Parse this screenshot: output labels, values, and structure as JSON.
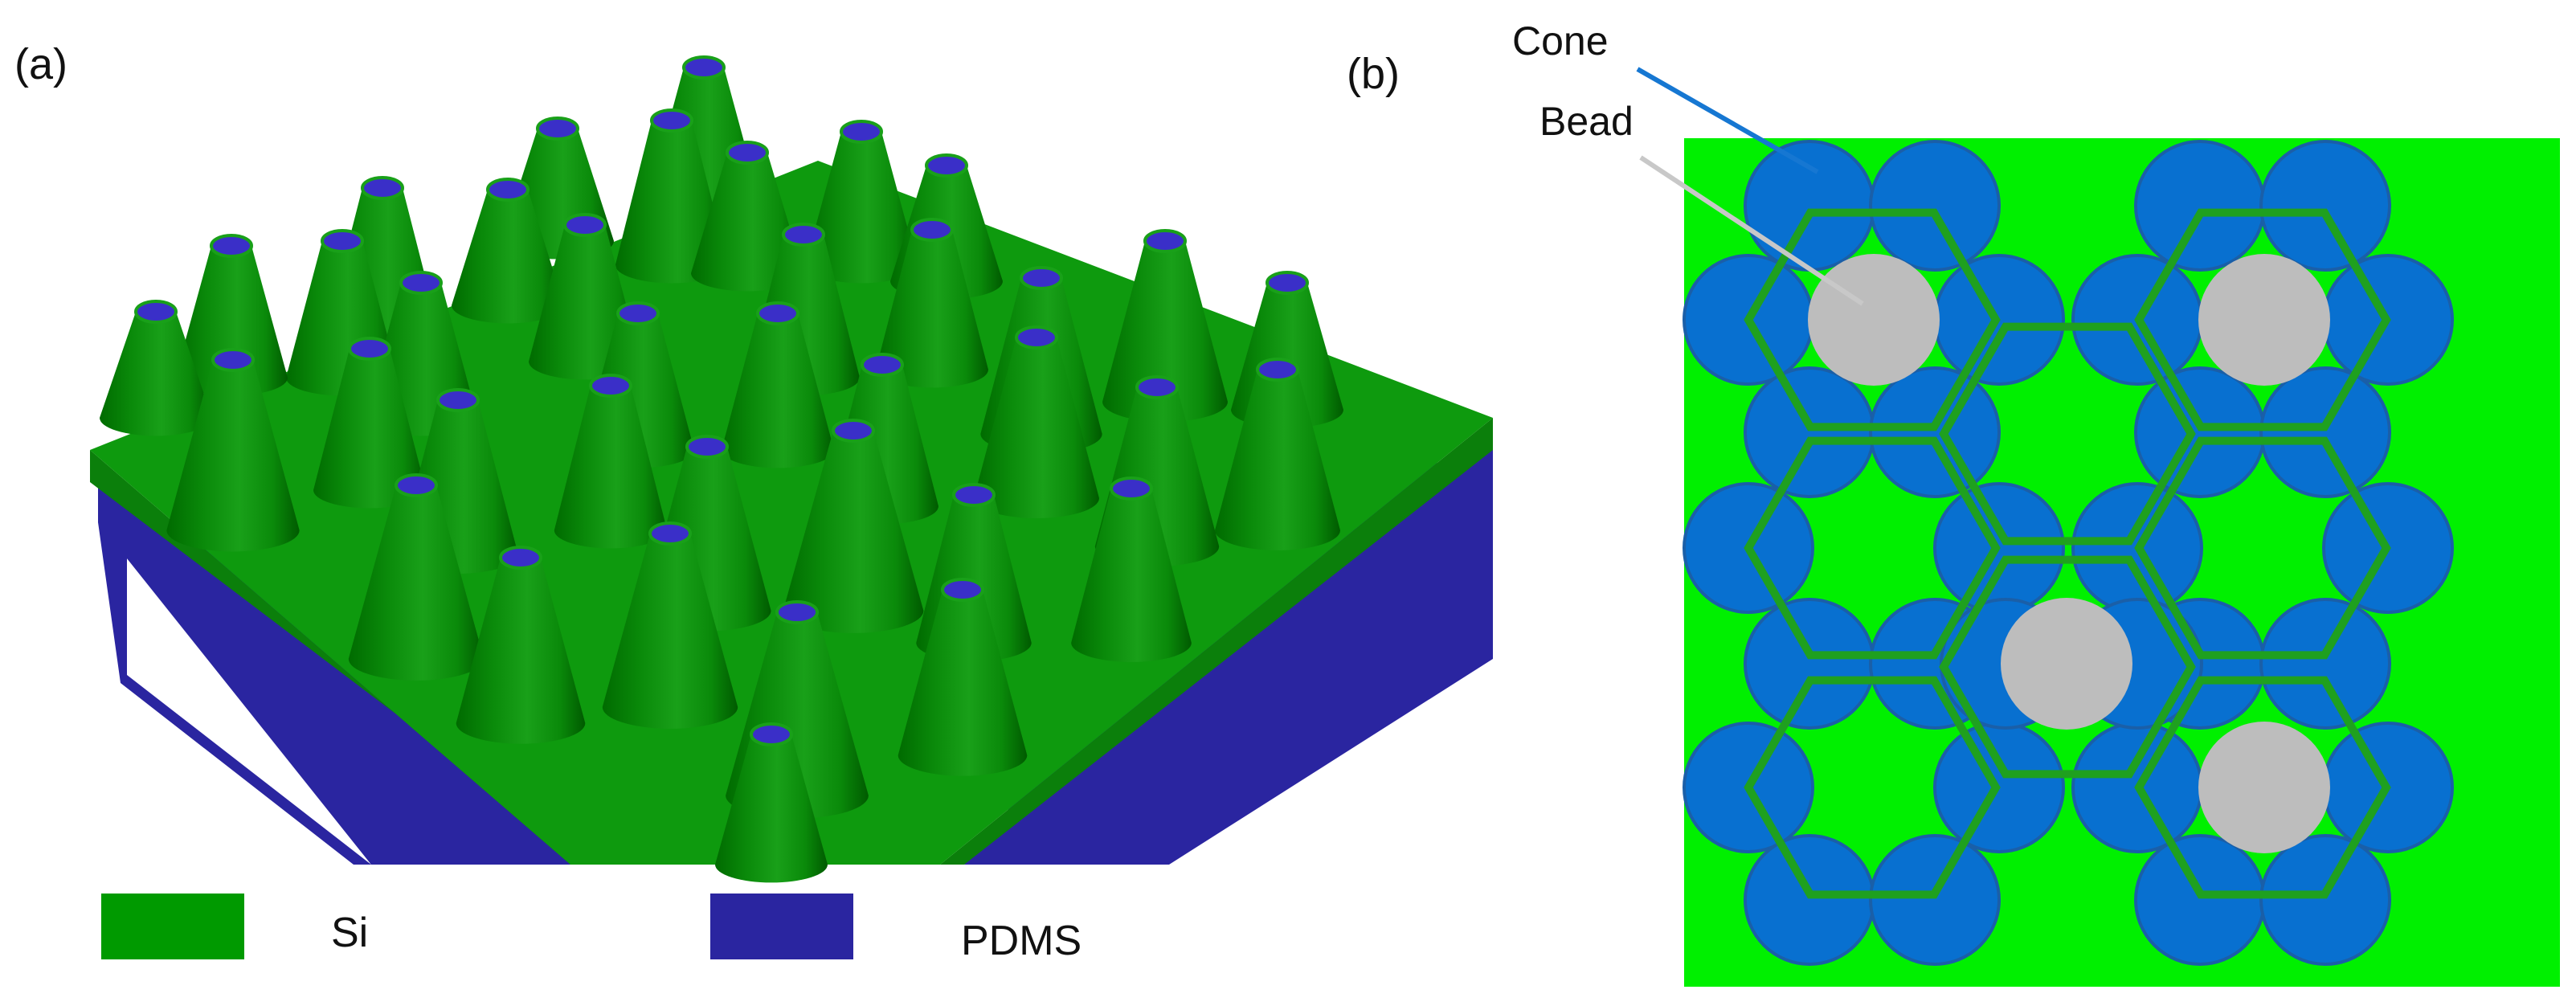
{
  "panel_a": {
    "label": "(a)",
    "legend": [
      {
        "name": "Si",
        "color": "#009A00"
      },
      {
        "name": "PDMS",
        "color": "#2A25A0"
      }
    ]
  },
  "panel_b": {
    "label": "(b)",
    "callouts": [
      {
        "text": "Cone",
        "line_color": "#1677D2"
      },
      {
        "text": "Bead",
        "line_color": "#C8C8C8"
      }
    ],
    "colors": {
      "background": "#00F000",
      "cone": "#0870D0",
      "cone_edge": "#1A5FA8",
      "bead": "#BDBDBD",
      "hexagon": "#1FA01F"
    }
  }
}
